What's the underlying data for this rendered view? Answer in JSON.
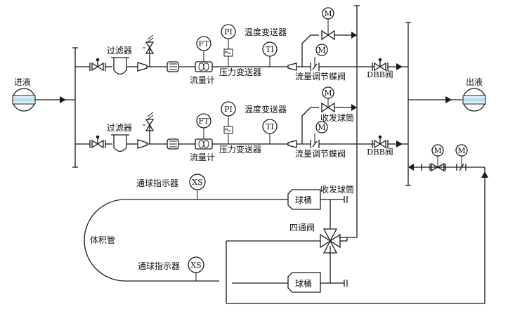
{
  "labels": {
    "inlet": "进液",
    "outlet": "出液",
    "filter_1": "过滤器",
    "filter_2": "过滤器",
    "temp_tx_1": "温度变送器",
    "temp_tx_2": "温度变送器",
    "pressure_tx_1": "压力变送器",
    "pressure_tx_2": "压力变送器",
    "flowmeter_1": "流量计",
    "flowmeter_2": "流量计",
    "flow_valve_1": "流量调节蝶阀",
    "flow_valve_2": "流量调节蝶阀",
    "dbb_1": "DBB阀",
    "dbb_2": "DBB阀",
    "launcher_top": "收发球筒",
    "launcher_bottom": "收发球筒",
    "ball_indicator_1": "通球指示器",
    "ball_indicator_2": "通球指示器",
    "volume_pipe": "体积管",
    "four_way_valve": "四通阀",
    "ball_barrel_1": "球桶",
    "ball_barrel_2": "球桶"
  },
  "instruments": {
    "flow_transmitter": "FT",
    "pressure_indicator": "PI",
    "temperature_indicator": "TI",
    "ball_switch": "XS",
    "motor": "M"
  },
  "colors": {
    "line": "#1a1a1a",
    "inlet_fill": "#a9d8ec",
    "background": "#ffffff"
  }
}
